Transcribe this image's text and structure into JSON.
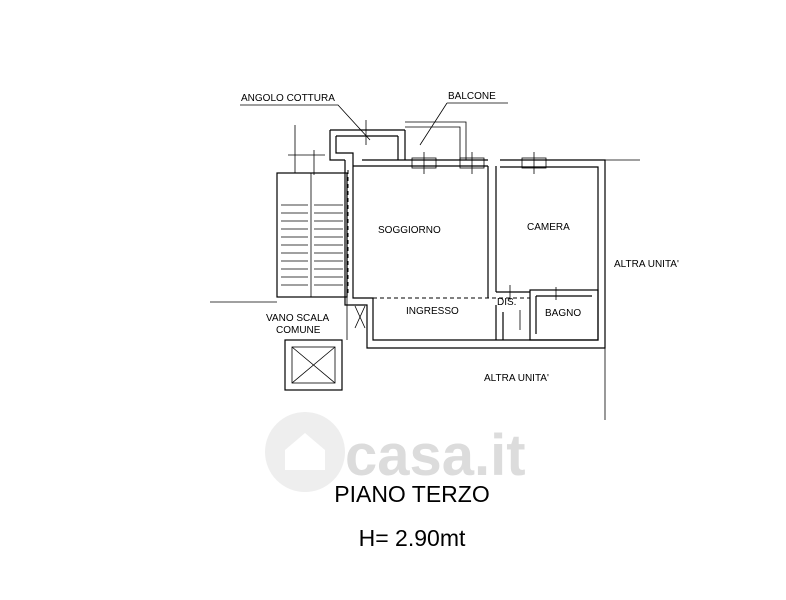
{
  "labels": {
    "angolo_cottura": "ANGOLO COTTURA",
    "balcone": "BALCONE",
    "soggiorno": "SOGGIORNO",
    "camera": "CAMERA",
    "altra_unita_right": "ALTRA UNITA'",
    "vano_scala_line1": "VANO SCALA",
    "vano_scala_line2": "COMUNE",
    "ingresso": "INGRESSO",
    "dis": "DIS.",
    "bagno": "BAGNO",
    "altra_unita_bottom": "ALTRA UNITA'"
  },
  "footer": {
    "floor": "PIANO TERZO",
    "height": "H= 2.90mt"
  },
  "watermark": {
    "text": "casa.it"
  },
  "colors": {
    "ink": "#000000",
    "watermark": "#dcdcdc"
  }
}
